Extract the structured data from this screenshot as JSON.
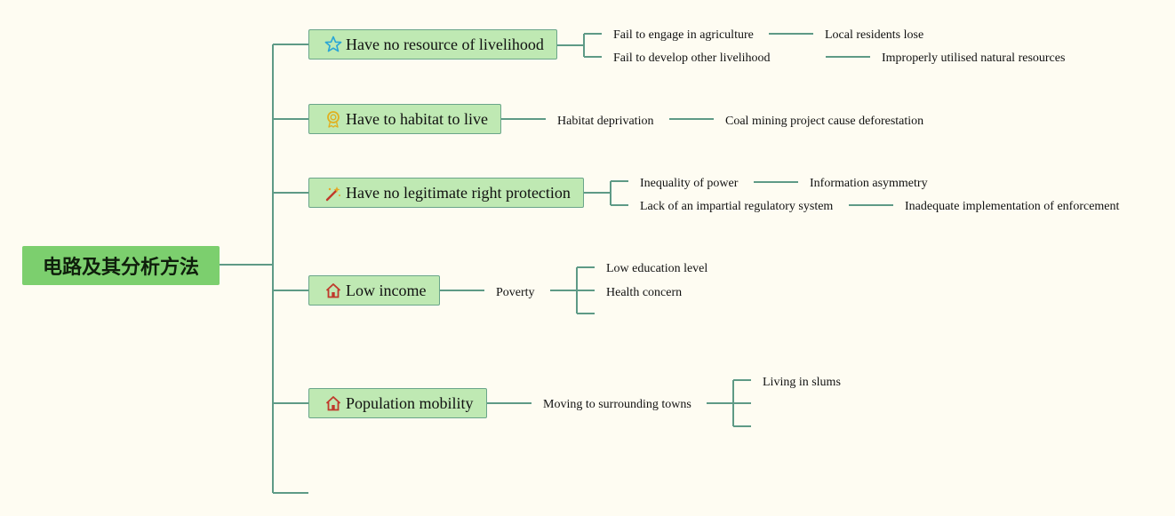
{
  "root": {
    "label": "电路及其分析方法"
  },
  "topics": [
    {
      "label": "Have no resource of livelihood",
      "icon": "star-icon"
    },
    {
      "label": "Have to habitat to live",
      "icon": "award-ribbon-icon"
    },
    {
      "label": "Have no legitimate right protection",
      "icon": "magic-wand-icon"
    },
    {
      "label": "Low income",
      "icon": "house-icon"
    },
    {
      "label": "Population mobility",
      "icon": "house-icon"
    }
  ],
  "subtopics": {
    "livelihood": [
      {
        "label": "Fail to engage in agriculture",
        "child": "Local residents lose"
      },
      {
        "label": "Fail to develop other livelihood",
        "child": "Improperly utilised natural resources"
      }
    ],
    "habitat": [
      {
        "label": "Habitat deprivation",
        "child": "Coal mining project cause deforestation"
      }
    ],
    "rights": [
      {
        "label": "Inequality of power",
        "child": "Information asymmetry"
      },
      {
        "label": "Lack of an impartial regulatory system",
        "child": "Inadequate implementation of enforcement"
      }
    ],
    "income": {
      "label": "Poverty",
      "children": [
        "Low education level",
        "Health concern"
      ]
    },
    "mobility": {
      "label": "Moving to surrounding towns",
      "children": [
        "Living in slums"
      ]
    }
  },
  "colors": {
    "line": "#5e9a86",
    "root_fill": "#7ccf6e",
    "topic_fill": "#bfe9b3",
    "background": "#fefcf2"
  }
}
